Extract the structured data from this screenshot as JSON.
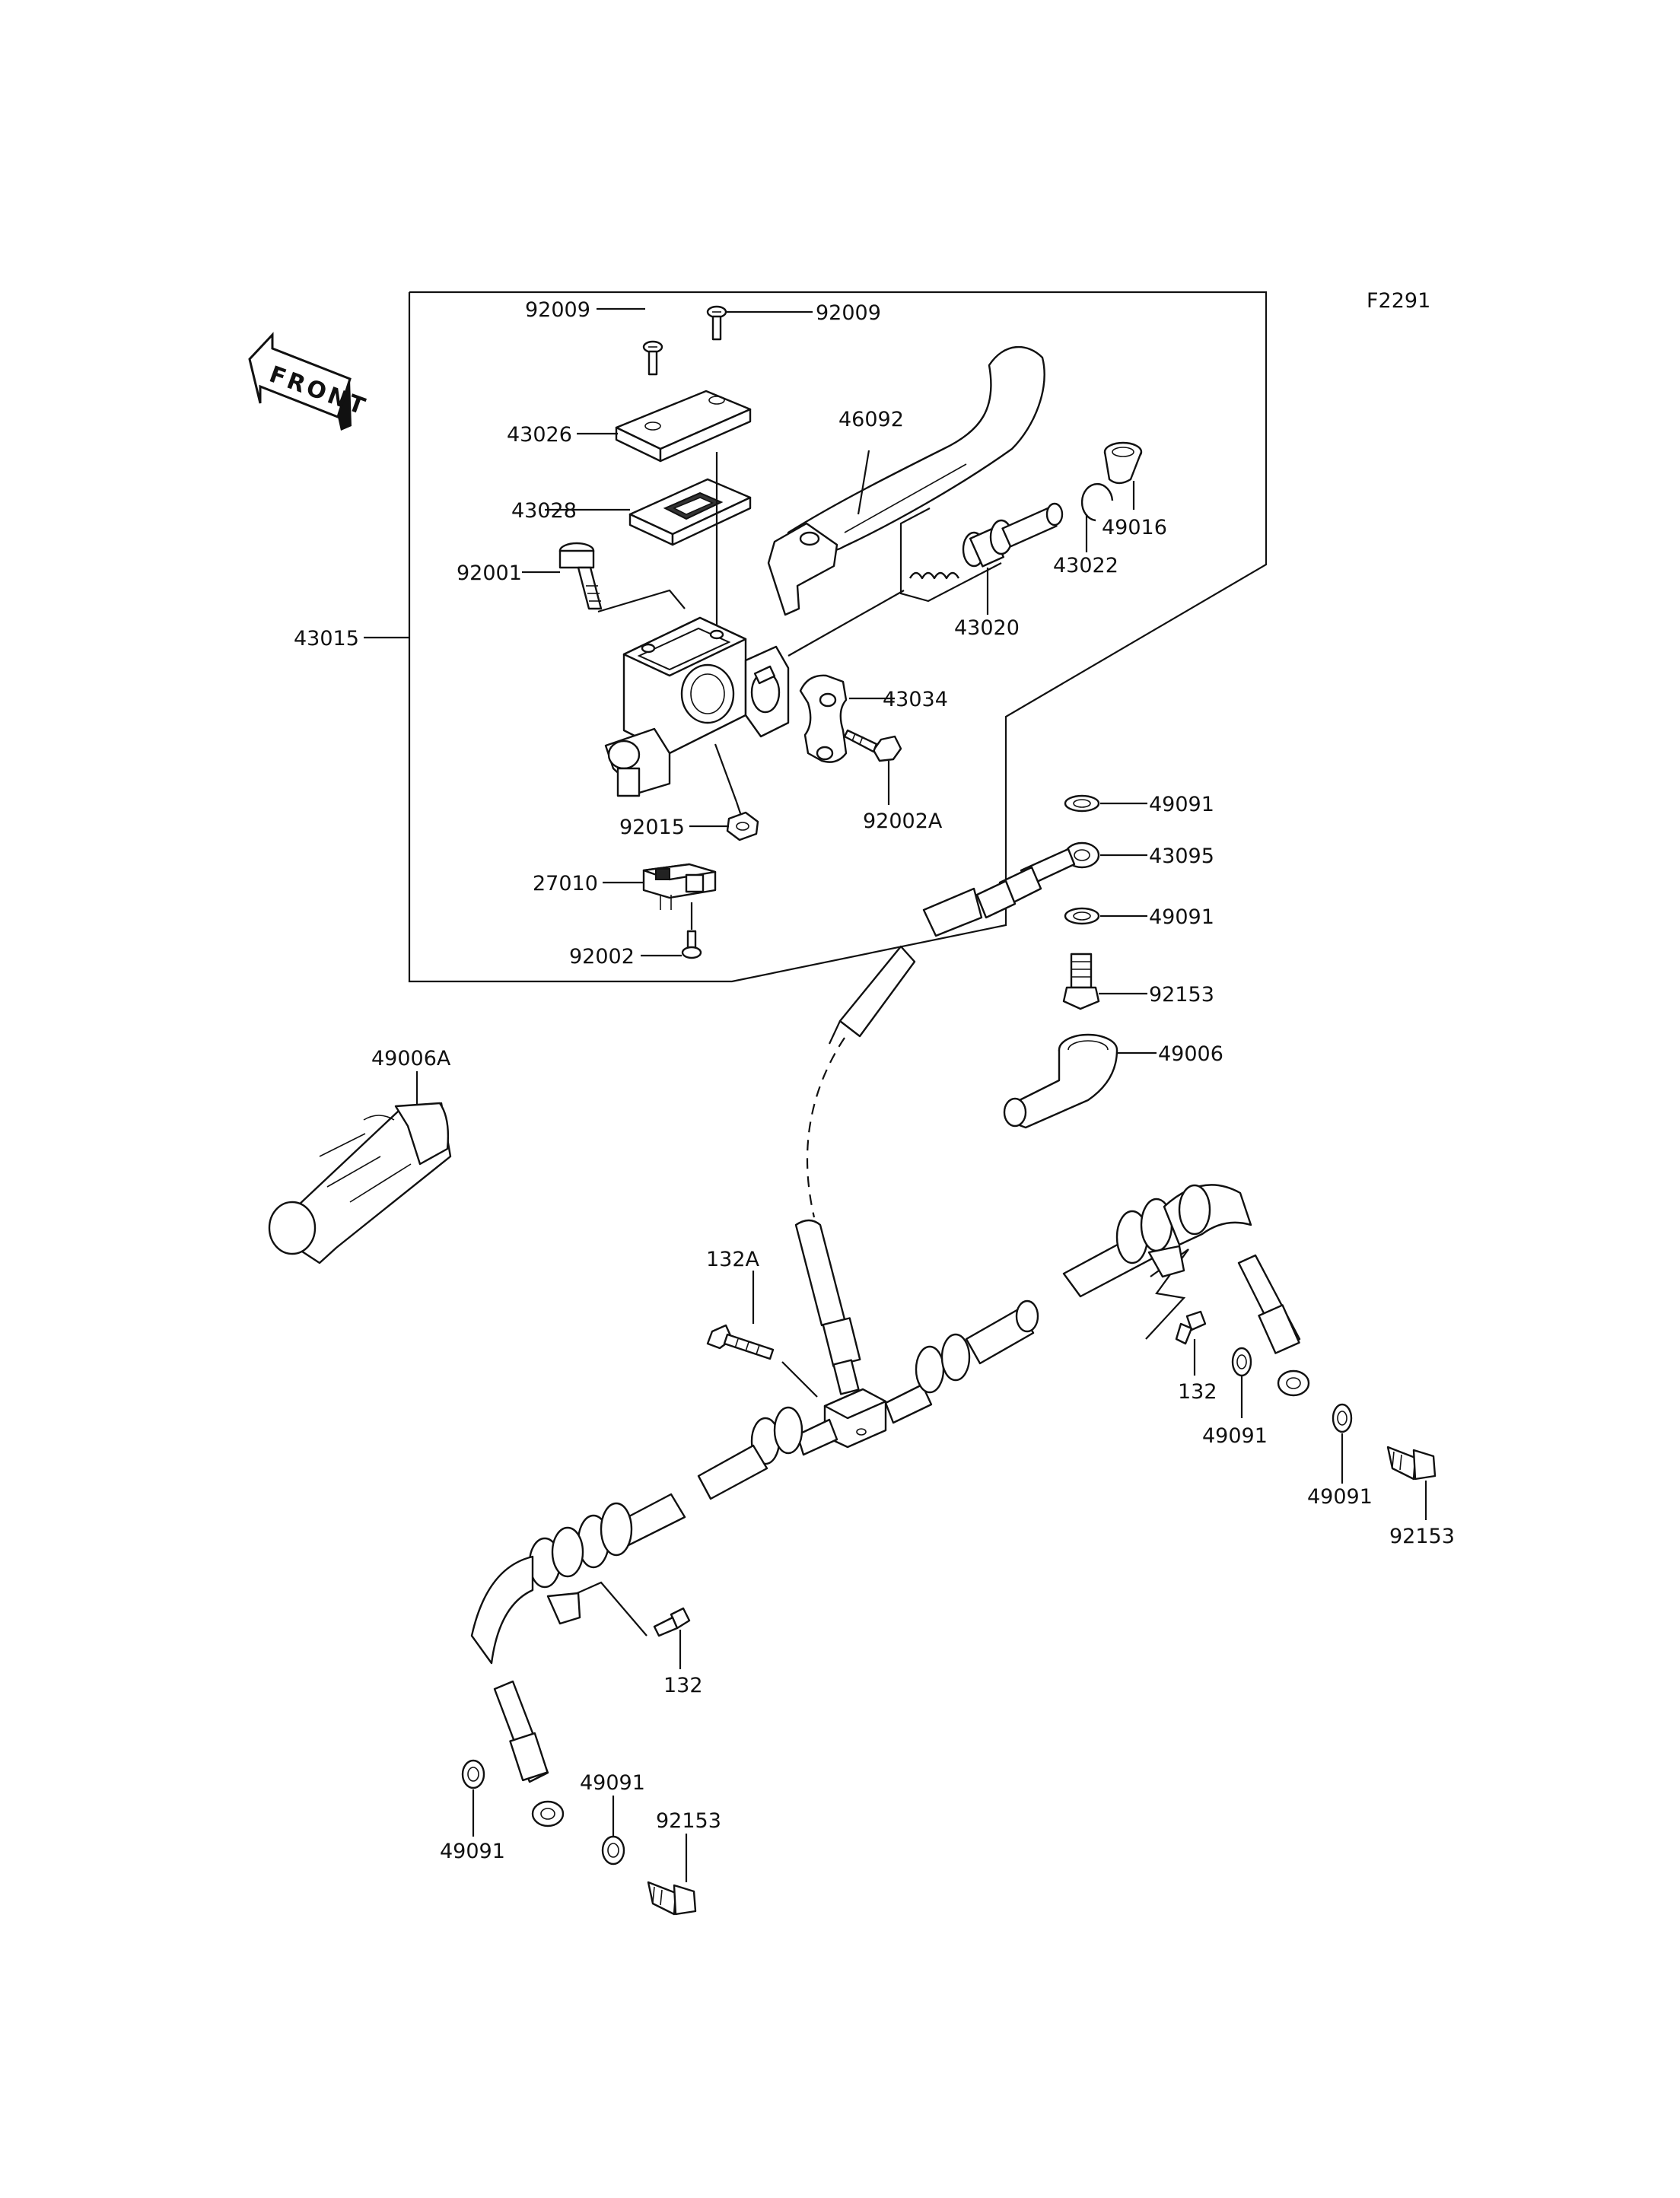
{
  "figure_code": "F2291",
  "front_label": "FRONT",
  "assembly_label": "43015",
  "callouts": {
    "c92009a": "92009",
    "c92009b": "92009",
    "c43026": "43026",
    "c43028": "43028",
    "c92001": "92001",
    "c46092": "46092",
    "c49016": "49016",
    "c43022": "43022",
    "c43020": "43020",
    "c43034": "43034",
    "c92002a": "92002A",
    "c92015": "92015",
    "c27010": "27010",
    "c92002": "92002",
    "c49091a": "49091",
    "c43095": "43095",
    "c49091b": "49091",
    "c92153a": "92153",
    "c49006": "49006",
    "c49006a": "49006A",
    "c132a": "132A",
    "c132r": "132",
    "c49091c": "49091",
    "c49091d": "49091",
    "c92153b": "92153",
    "c132l": "132",
    "c49091e": "49091",
    "c49091f": "49091",
    "c92153c": "92153"
  }
}
